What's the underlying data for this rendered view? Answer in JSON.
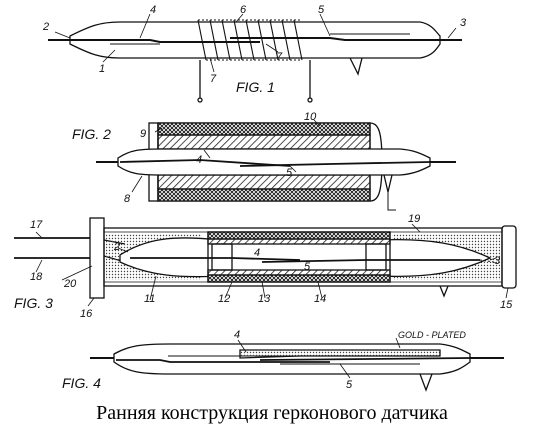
{
  "caption": "Ранняя конструкция герконового датчика",
  "figures": {
    "fig1": {
      "title": "FIG. 1",
      "labels": {
        "l1": "1",
        "l2": "2",
        "l3": "3",
        "l4": "4",
        "l5": "5",
        "l6": "6",
        "l7": "7"
      }
    },
    "fig2": {
      "title": "FIG. 2",
      "labels": {
        "l4": "4",
        "l5": "5",
        "l8": "8",
        "l9": "9",
        "l10": "10"
      }
    },
    "fig3": {
      "title": "FIG. 3",
      "labels": {
        "l2": "2",
        "l3": "3",
        "l4": "4",
        "l5": "5",
        "l11": "11",
        "l12": "12",
        "l13": "13",
        "l14": "14",
        "l15": "15",
        "l16": "16",
        "l17": "17",
        "l18": "18",
        "l19": "19",
        "l20": "20"
      }
    },
    "fig4": {
      "title": "FIG. 4",
      "note": "GOLD - PLATED",
      "labels": {
        "l4": "4",
        "l5": "5"
      }
    }
  }
}
